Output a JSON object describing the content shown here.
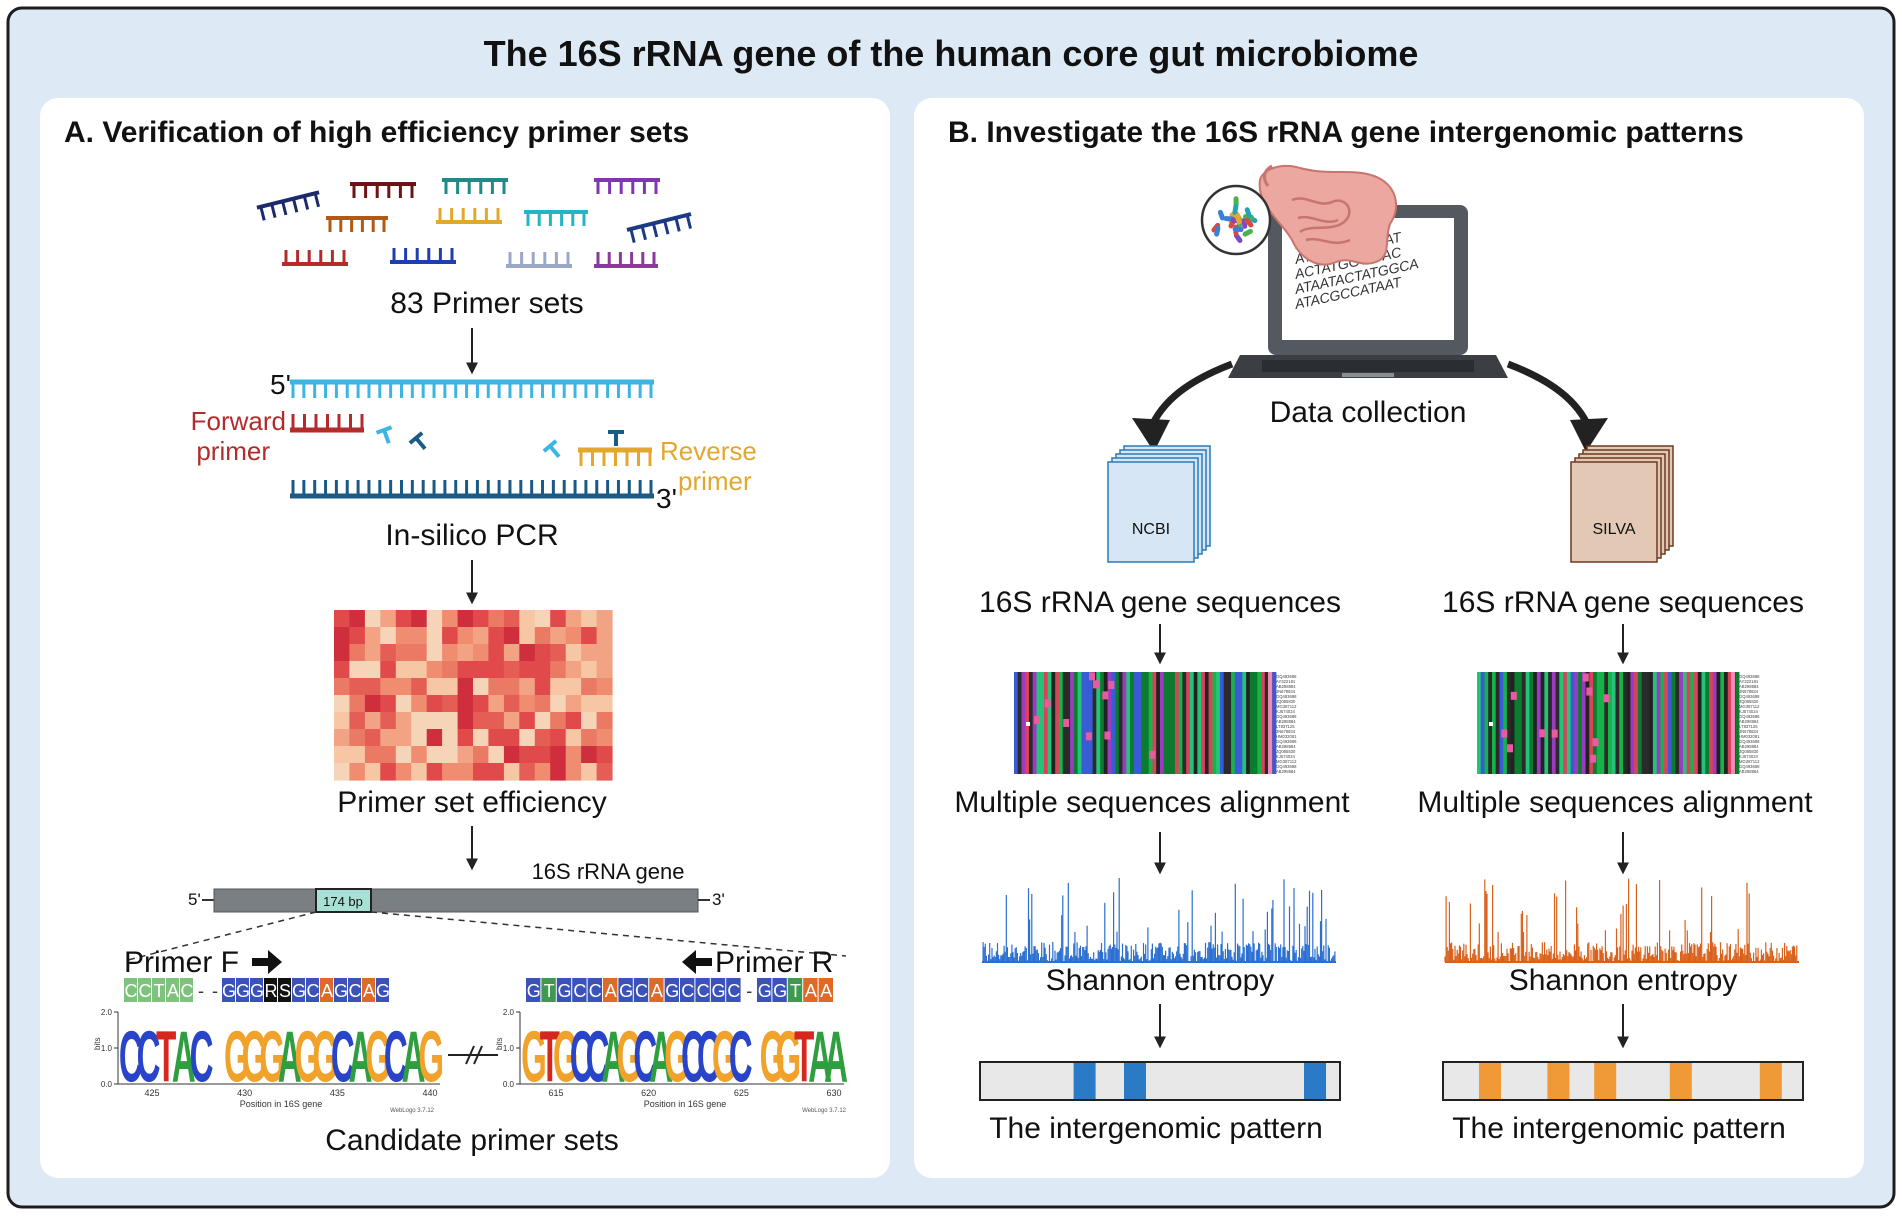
{
  "title": "The 16S rRNA gene of the human core gut microbiome",
  "colors": {
    "outer_bg": "#dde9f5",
    "panel_bg": "#ffffff",
    "forward_primer": "#b32c2c",
    "reverse_primer": "#e3a72f",
    "strand_top": "#3bb6e3",
    "strand_bottom": "#1c5a86",
    "ncbi_blue": "#2a6fd1",
    "silva_orange": "#d9611c"
  },
  "panel_a": {
    "heading": "A. Verification of high efficiency primer sets",
    "primer_sets_label": "83 Primer sets",
    "pcr": {
      "five_prime": "5'",
      "three_prime": "3'",
      "forward_label": "Forward\nprimer",
      "reverse_label": "Reverse\nprimer",
      "caption": "In-silico PCR"
    },
    "efficiency_caption": "Primer set efficiency",
    "gene": {
      "label": "16S rRNA gene",
      "five_prime": "5'",
      "three_prime": "3'",
      "amplicon": "174 bp"
    },
    "primer_f": {
      "label": "Primer F",
      "sequence": [
        "C",
        "C",
        "T",
        "A",
        "C",
        "-",
        "-",
        "G",
        "G",
        "G",
        "R",
        "S",
        "G",
        "C",
        "A",
        "G",
        "C",
        "A",
        "G"
      ],
      "logo": "CCTAC GGGAGGCAGCAG",
      "ticks": [
        "425",
        "430",
        "435",
        "440"
      ],
      "axis_label": "Position in 16S gene"
    },
    "primer_r": {
      "label": "Primer R",
      "sequence": [
        "G",
        "T",
        "G",
        "C",
        "C",
        "A",
        "G",
        "C",
        "A",
        "G",
        "C",
        "C",
        "G",
        "C",
        "-",
        "G",
        "G",
        "T",
        "A",
        "A"
      ],
      "logo": "GTGCCAGCAGCCGC GGTAA",
      "ticks": [
        "615",
        "620",
        "625",
        "630"
      ],
      "axis_label": "Position in 16S gene"
    },
    "logo_y_label": "bits",
    "logo_y_ticks": [
      "2.0",
      "1.0",
      "0.0"
    ],
    "weblogo": "WebLogo 3.7.12",
    "caption": "Candidate primer sets"
  },
  "panel_b": {
    "heading": "B. Investigate the 16S rRNA gene intergenomic patterns",
    "data_collection": "Data collection",
    "laptop_sequences": [
      "ACGGTACTATG",
      "ACTATGCATG",
      "ATAATACGCCAT",
      "ACTATGGTATAC",
      "ATAATACTATGGCA",
      "ATACGCCATAAT"
    ],
    "columns": [
      {
        "db": "NCBI",
        "sequences_caption": "16S rRNA gene sequences",
        "alignment_caption": "Multiple sequences alignment",
        "entropy_caption": "Shannon entropy",
        "pattern_caption": "The intergenomic pattern"
      },
      {
        "db": "SILVA",
        "sequences_caption": "16S rRNA gene sequences",
        "alignment_caption": "Multiple sequences alignment",
        "entropy_caption": "Shannon entropy",
        "pattern_caption": "The intergenomic pattern"
      }
    ],
    "alignment_ids": [
      "GQ493688",
      "AY322181",
      "AB298884",
      "JN678834",
      "GQ493688",
      "JQ085830",
      "MG387112",
      "KJ574024",
      "GQ493688",
      "AB298884",
      "LT837125",
      "JN678834",
      "HM032081",
      "GQ493688",
      "AB298884",
      "JQ085830",
      "KJ574024",
      "MG387112",
      "GQ493688",
      "AB298884"
    ]
  }
}
